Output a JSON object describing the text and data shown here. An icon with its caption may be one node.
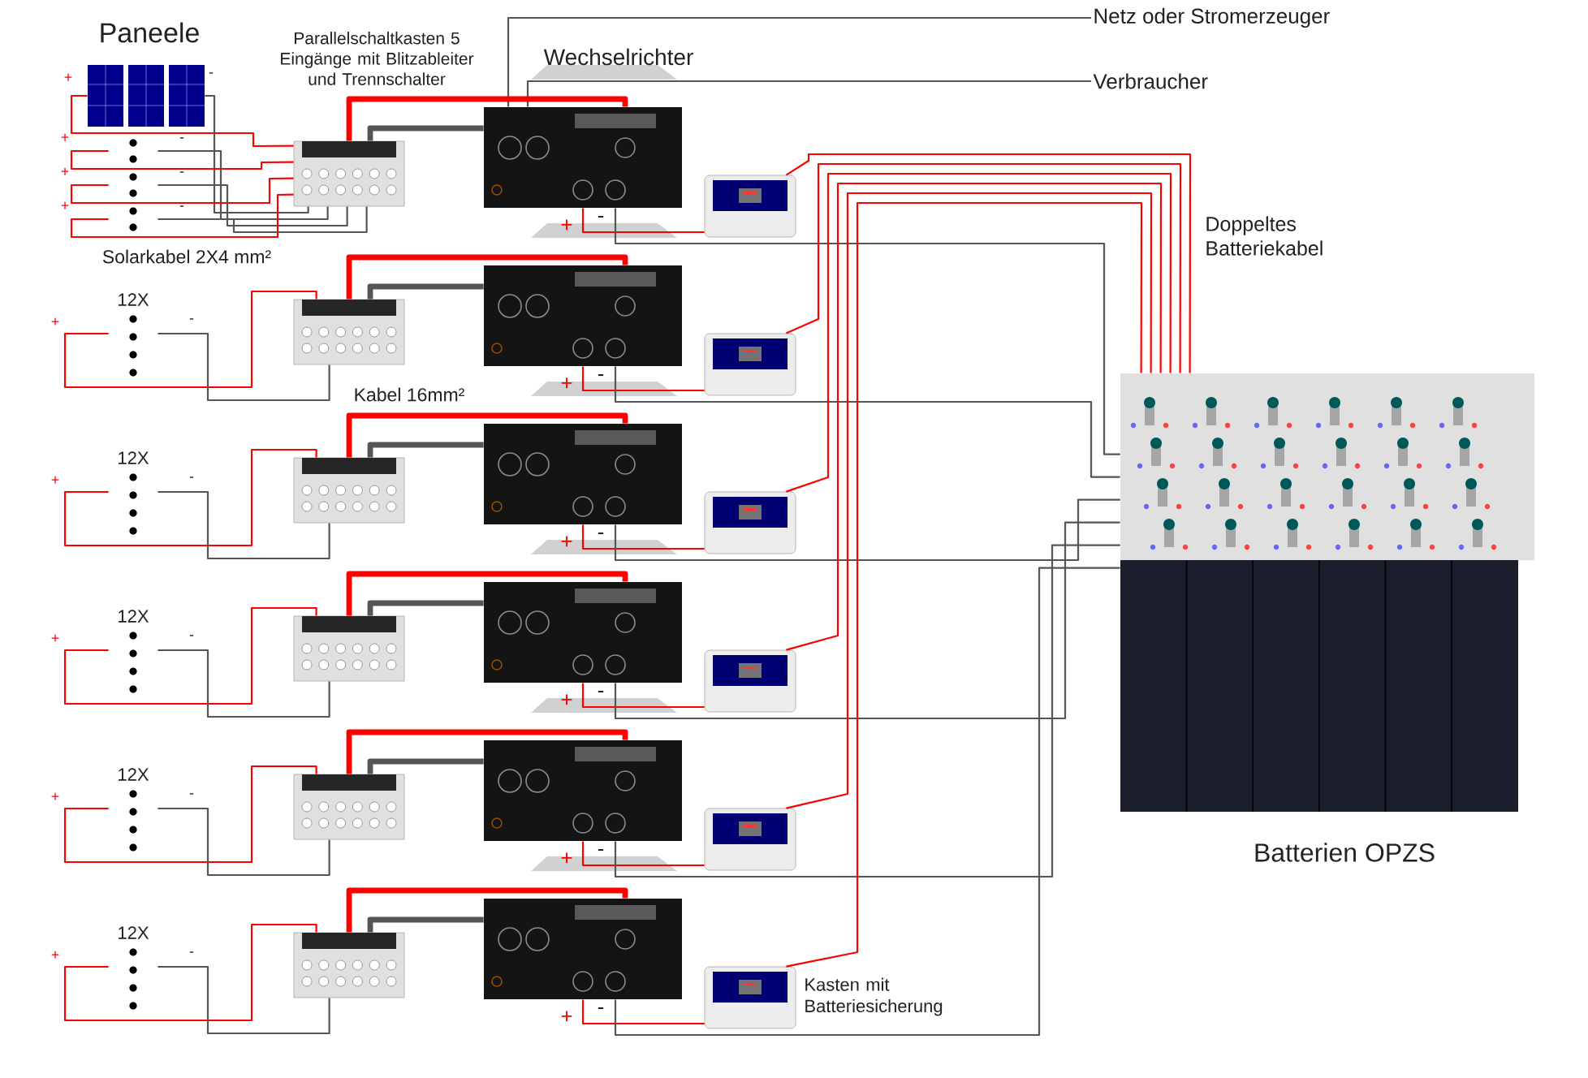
{
  "diagram": {
    "nodes": [
      {
        "text": [
          "Netz oder Stromerzeuger"
        ]
      },
      {
        "text": [
          "Verbraucher"
        ]
      },
      {
        "text": [
          "Paneele"
        ]
      },
      {
        "text": [],
        "shape": "picture"
      },
      {
        "text": [],
        "shape": "picture"
      },
      {
        "text": [],
        "shape": "picture"
      },
      {
        "text": [],
        "shape": "picture"
      },
      {
        "text": [
          "Wechselrichter"
        ]
      },
      {
        "text": [],
        "shape": "picture"
      },
      {
        "text": [
          "12X"
        ]
      },
      {
        "text": [],
        "shape": "picture"
      },
      {
        "text": [],
        "shape": "picture"
      },
      {
        "text": [],
        "shape": "picture"
      },
      {
        "text": [
          "12X"
        ]
      },
      {
        "text": [],
        "shape": "picture"
      },
      {
        "text": [],
        "shape": "picture"
      },
      {
        "text": [],
        "shape": "picture"
      },
      {
        "text": [
          "12X"
        ]
      },
      {
        "text": [],
        "shape": "picture"
      },
      {
        "text": [],
        "shape": "picture"
      },
      {
        "text": [],
        "shape": "picture"
      },
      {
        "text": [
          "12X"
        ]
      },
      {
        "text": [],
        "shape": "picture"
      },
      {
        "text": [],
        "shape": "picture"
      },
      {
        "text": [],
        "shape": "picture"
      },
      {
        "text": [
          "12X"
        ]
      },
      {
        "text": [],
        "shape": "picture"
      },
      {
        "text": [],
        "shape": "picture"
      },
      {
        "text": [
          "Kasten mit Batteriesicherung"
        ]
      },
      {
        "text": [
          "Batterien OPZS"
        ]
      }
    ],
    "edges": [
      {
        "from": 7,
        "to": 0,
        "arrow": "none",
        "color": "#555555"
      },
      {
        "from": 7,
        "to": 1,
        "arrow": "none",
        "color": "#555555"
      },
      {
        "from": 2,
        "to": 6,
        "arrow": "none"
      },
      {
        "from": 2,
        "to": 6,
        "arrow": "none",
        "color": "#555555"
      },
      {
        "from": 3,
        "to": 6,
        "arrow": "none"
      },
      {
        "from": 3,
        "to": 6,
        "arrow": "none",
        "color": "#555555"
      },
      {
        "from": 4,
        "to": 6,
        "arrow": "none"
      },
      {
        "from": 4,
        "to": 6,
        "arrow": "none",
        "color": "#555555"
      },
      {
        "from": 5,
        "to": 6,
        "arrow": "none"
      },
      {
        "from": 5,
        "to": 6,
        "arrow": "none",
        "color": "#555555"
      },
      {
        "from": 6,
        "to": 7,
        "arrow": "none",
        "style": "thick"
      },
      {
        "from": 6,
        "to": 7,
        "arrow": "none",
        "style": "thick",
        "color": "#555555"
      },
      {
        "from": 7,
        "to": 8,
        "arrow": "none"
      },
      {
        "from": 8,
        "to": 29,
        "arrow": "none"
      },
      {
        "from": 7,
        "to": 29,
        "arrow": "none",
        "color": "#555555"
      },
      {
        "from": 9,
        "to": 10,
        "arrow": "none"
      },
      {
        "from": 9,
        "to": 10,
        "arrow": "none",
        "color": "#555555"
      },
      {
        "from": 10,
        "to": 11,
        "arrow": "none",
        "style": "thick"
      },
      {
        "from": 10,
        "to": 11,
        "arrow": "none",
        "style": "thick",
        "color": "#555555"
      },
      {
        "from": 11,
        "to": 12,
        "arrow": "none"
      },
      {
        "from": 12,
        "to": 29,
        "arrow": "none"
      },
      {
        "from": 11,
        "to": 29,
        "arrow": "none",
        "color": "#555555"
      },
      {
        "from": 13,
        "to": 14,
        "arrow": "none"
      },
      {
        "from": 13,
        "to": 14,
        "arrow": "none",
        "color": "#555555"
      },
      {
        "from": 14,
        "to": 15,
        "arrow": "none",
        "style": "thick"
      },
      {
        "from": 14,
        "to": 15,
        "arrow": "none",
        "style": "thick",
        "color": "#555555"
      },
      {
        "from": 15,
        "to": 16,
        "arrow": "none"
      },
      {
        "from": 16,
        "to": 29,
        "arrow": "none"
      },
      {
        "from": 15,
        "to": 29,
        "arrow": "none",
        "color": "#555555"
      },
      {
        "from": 17,
        "to": 18,
        "arrow": "none"
      },
      {
        "from": 17,
        "to": 18,
        "arrow": "none",
        "color": "#555555"
      },
      {
        "from": 18,
        "to": 19,
        "arrow": "none",
        "style": "thick"
      },
      {
        "from": 18,
        "to": 19,
        "arrow": "none",
        "style": "thick",
        "color": "#555555"
      },
      {
        "from": 19,
        "to": 20,
        "arrow": "none"
      },
      {
        "from": 20,
        "to": 29,
        "arrow": "none"
      },
      {
        "from": 19,
        "to": 29,
        "arrow": "none",
        "color": "#555555"
      },
      {
        "from": 21,
        "to": 22,
        "arrow": "none"
      },
      {
        "from": 21,
        "to": 22,
        "arrow": "none",
        "color": "#555555"
      },
      {
        "from": 22,
        "to": 23,
        "arrow": "none",
        "style": "thick"
      },
      {
        "from": 22,
        "to": 23,
        "arrow": "none",
        "style": "thick",
        "color": "#555555"
      },
      {
        "from": 23,
        "to": 24,
        "arrow": "none"
      },
      {
        "from": 24,
        "to": 29,
        "arrow": "none"
      },
      {
        "from": 23,
        "to": 29,
        "arrow": "none",
        "color": "#555555"
      },
      {
        "from": 25,
        "to": 26,
        "arrow": "none"
      },
      {
        "from": 25,
        "to": 26,
        "arrow": "none",
        "color": "#555555"
      },
      {
        "from": 26,
        "to": 27,
        "arrow": "none",
        "style": "thick"
      },
      {
        "from": 26,
        "to": 27,
        "arrow": "none",
        "style": "thick",
        "color": "#555555"
      },
      {
        "from": 27,
        "to": 28,
        "arrow": "none"
      },
      {
        "from": 28,
        "to": 29,
        "arrow": "none"
      },
      {
        "from": 27,
        "to": 29,
        "arrow": "none",
        "color": "#555555"
      }
    ],
    "labels": [
      "Parallelschaltkasten 5 Eingänge mit Blitzableiter und Trennschalter",
      "Solarkabel 2X4 mm²",
      "Kabel 16mm²",
      "Doppeltes Batteriekabel",
      "+",
      "-",
      "+",
      "-",
      "+",
      "-",
      "+",
      "-",
      "+",
      "-",
      "+",
      "-",
      "+",
      "-",
      "+",
      "-",
      "+",
      "-",
      "+",
      "-",
      "+",
      "-",
      "+",
      "-",
      "+",
      "-",
      "+",
      "-",
      "+",
      "-"
    ]
  }
}
